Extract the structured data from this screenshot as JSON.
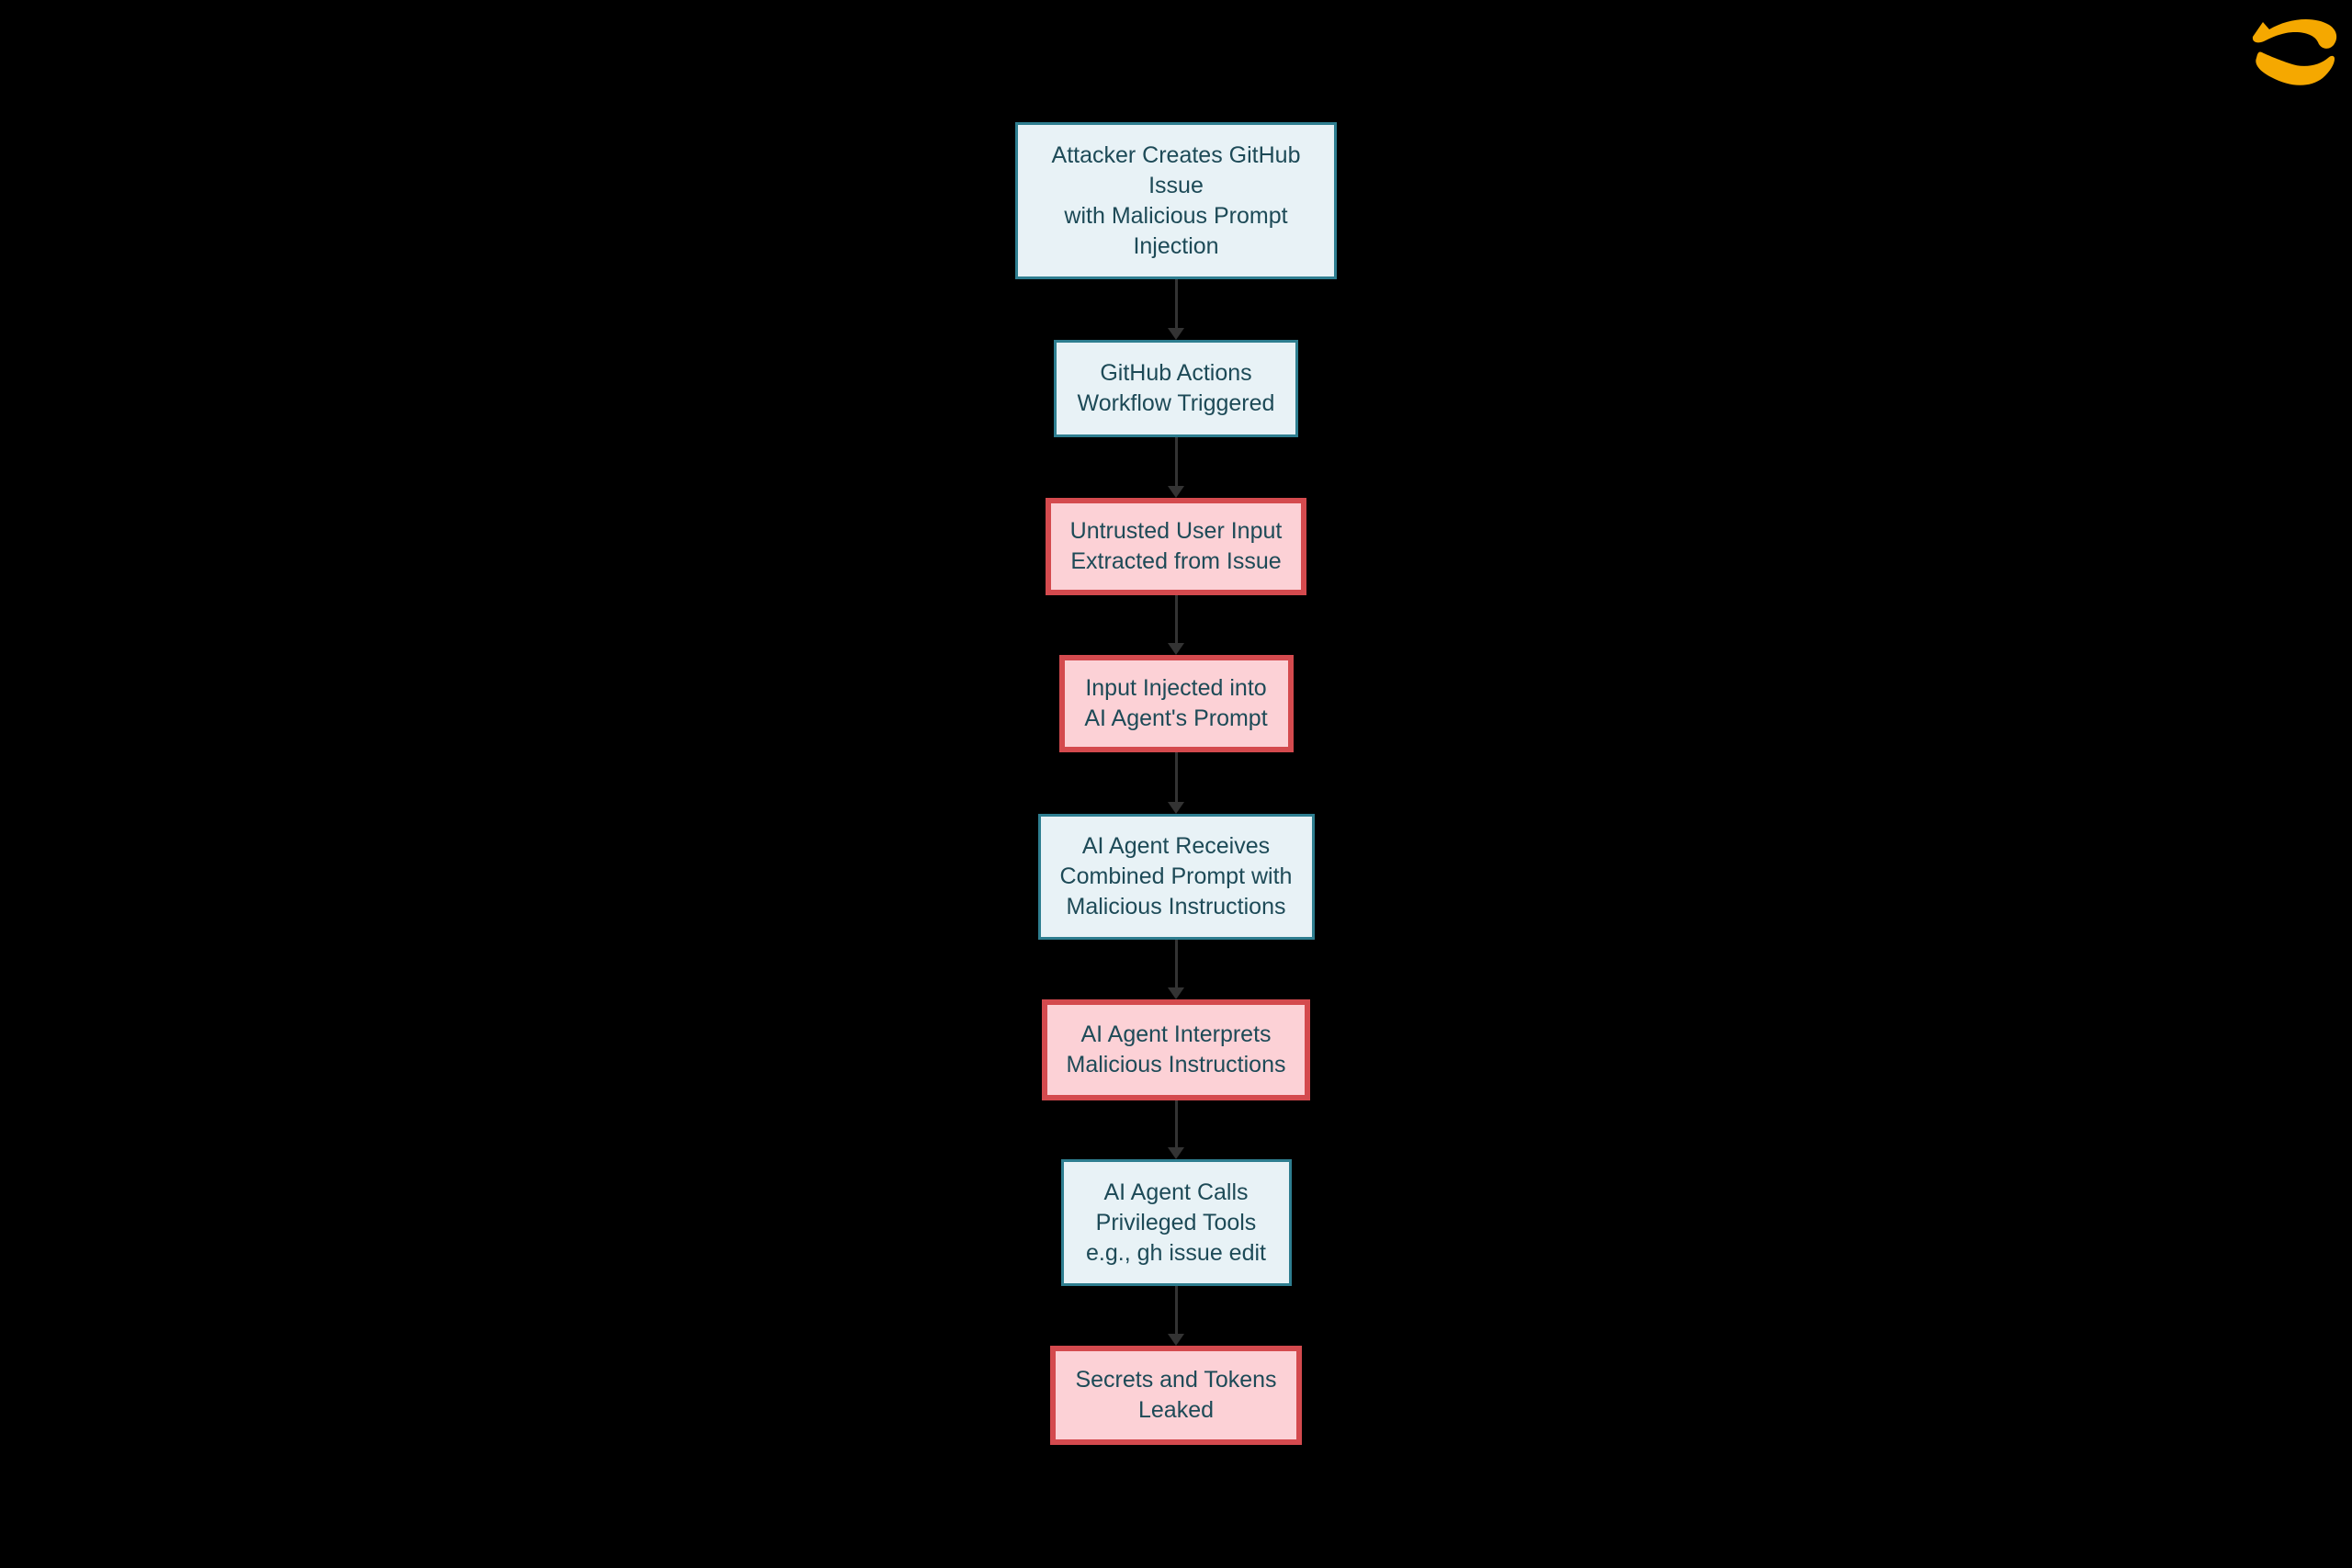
{
  "page": {
    "background": "#000000"
  },
  "logo": {
    "name": "gold-swoosh-logo",
    "color": "#F5A800"
  },
  "diagram": {
    "type": "flowchart",
    "direction": "top-down",
    "styles": {
      "info": {
        "fill": "#e8f2f6",
        "stroke": "#2e7e90"
      },
      "danger": {
        "fill": "#fcd1d6",
        "stroke": "#d44a4e"
      },
      "text_color": "#1d4a57",
      "arrow_color": "#333333"
    },
    "nodes": [
      {
        "id": "attacker-creates-issue",
        "style": "info",
        "lines": [
          "Attacker Creates GitHub",
          "Issue",
          "with Malicious Prompt",
          "Injection"
        ]
      },
      {
        "id": "workflow-triggered",
        "style": "info",
        "lines": [
          "GitHub Actions",
          "Workflow Triggered"
        ]
      },
      {
        "id": "untrusted-input-extracted",
        "style": "danger",
        "lines": [
          "Untrusted User Input",
          "Extracted from Issue"
        ]
      },
      {
        "id": "input-injected",
        "style": "danger",
        "lines": [
          "Input Injected into",
          "AI Agent's Prompt"
        ]
      },
      {
        "id": "agent-receives-prompt",
        "style": "info",
        "lines": [
          "AI Agent Receives",
          "Combined Prompt with",
          "Malicious Instructions"
        ]
      },
      {
        "id": "agent-interprets",
        "style": "danger",
        "lines": [
          "AI Agent Interprets",
          "Malicious Instructions"
        ]
      },
      {
        "id": "agent-calls-tools",
        "style": "info",
        "lines": [
          "AI Agent Calls",
          "Privileged Tools",
          "e.g., gh issue edit"
        ]
      },
      {
        "id": "secrets-leaked",
        "style": "danger",
        "lines": [
          "Secrets and Tokens",
          "Leaked"
        ]
      }
    ],
    "edges": [
      {
        "from": "attacker-creates-issue",
        "to": "workflow-triggered"
      },
      {
        "from": "workflow-triggered",
        "to": "untrusted-input-extracted"
      },
      {
        "from": "untrusted-input-extracted",
        "to": "input-injected"
      },
      {
        "from": "input-injected",
        "to": "agent-receives-prompt"
      },
      {
        "from": "agent-receives-prompt",
        "to": "agent-interprets"
      },
      {
        "from": "agent-interprets",
        "to": "agent-calls-tools"
      },
      {
        "from": "agent-calls-tools",
        "to": "secrets-leaked"
      }
    ]
  }
}
